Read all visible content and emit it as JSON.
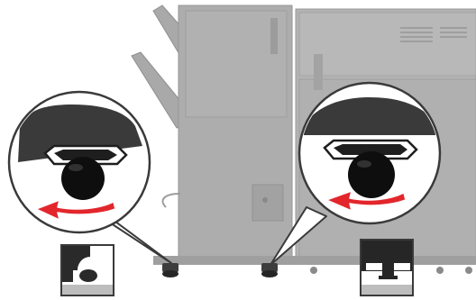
{
  "figure": {
    "kind": "printer-maintenance-illustration",
    "subject": "printer-with-finisher",
    "instruction_graphic": "rotate-leveling-foot-counterclockwise",
    "callouts": [
      {
        "name": "left-foot-callout",
        "arrow": "curved-arrow-left"
      },
      {
        "name": "right-foot-callout",
        "arrow": "curved-arrow-left"
      }
    ],
    "detail_insets": [
      {
        "name": "left-foot-detail-inset"
      },
      {
        "name": "right-foot-detail-inset"
      }
    ],
    "colors": {
      "printer_body": "#a9a9a9",
      "printer_edge": "#8c8c8c",
      "dark_part": "#3a3a3a",
      "accent_arrow": "#e2262c",
      "inset_gray": "#bdbdbd"
    }
  }
}
